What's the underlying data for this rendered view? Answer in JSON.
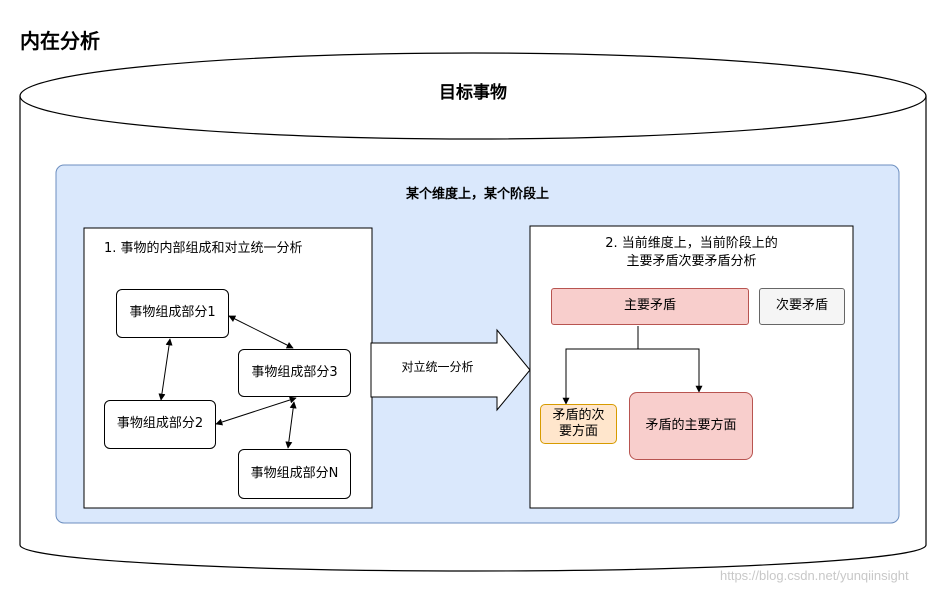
{
  "page_title": "内在分析",
  "cylinder_title": "目标事物",
  "group_title": "某个维度上，某个阶段上",
  "left_panel": {
    "title": "1. 事物的内部组成和对立统一分析",
    "nodes": [
      "事物组成部分1",
      "事物组成部分2",
      "事物组成部分3",
      "事物组成部分N"
    ]
  },
  "arrow_label": "对立统一分析",
  "right_panel": {
    "title_line1": "2. 当前维度上，当前阶段上的",
    "title_line2": "主要矛盾次要矛盾分析",
    "main_contradiction": "主要矛盾",
    "secondary_contradiction": "次要矛盾",
    "secondary_aspect_line1": "矛盾的次",
    "secondary_aspect_line2": "要方面",
    "main_aspect": "矛盾的主要方面"
  },
  "colors": {
    "group_fill": "#dae8fc",
    "group_stroke": "#6c8ebf",
    "red_fill": "#f8cecc",
    "red_stroke": "#b85450",
    "yellow_fill": "#ffe6cc",
    "yellow_stroke": "#d79b00",
    "gray_fill": "#f5f5f5",
    "gray_stroke": "#666666"
  },
  "watermark": "https://blog.csdn.net/yunqiinsight"
}
